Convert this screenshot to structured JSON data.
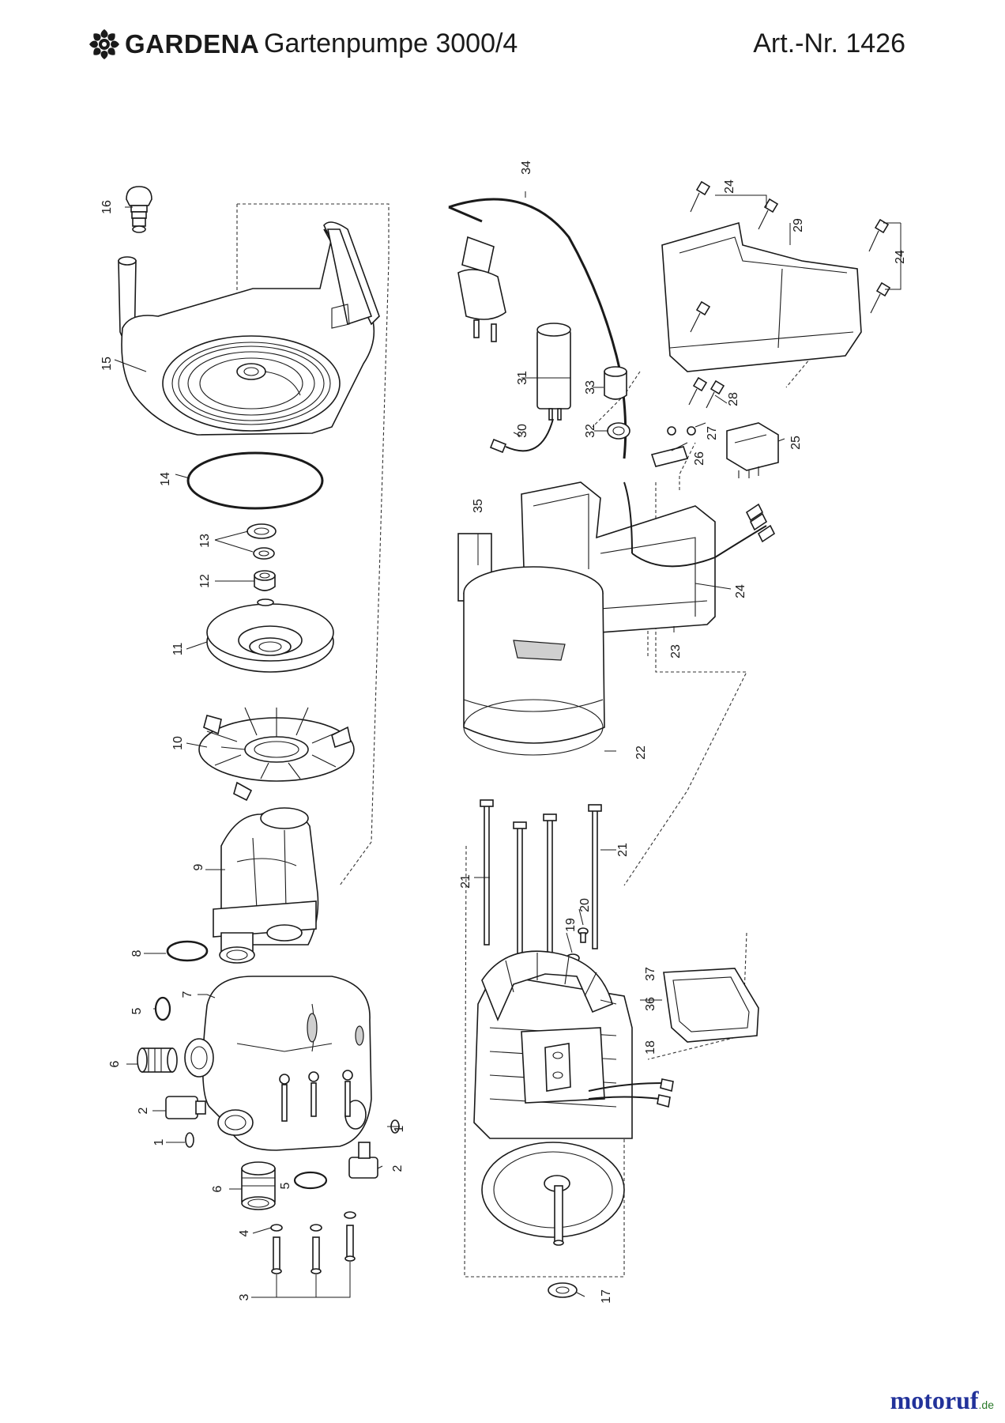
{
  "header": {
    "brand": "GARDENA",
    "product_title": "Gartenpumpe 3000/4",
    "article_number": "Art.-Nr. 1426"
  },
  "footer": {
    "watermark_main": "motoruf",
    "watermark_tld": ".de"
  },
  "callouts": [
    "1",
    "2",
    "3",
    "4",
    "5",
    "6",
    "7",
    "8",
    "9",
    "10",
    "11",
    "12",
    "13",
    "14",
    "15",
    "16",
    "17",
    "18",
    "19",
    "20",
    "21",
    "22",
    "23",
    "24",
    "25",
    "26",
    "27",
    "28",
    "29",
    "30",
    "31",
    "32",
    "33",
    "34",
    "35",
    "36",
    "37"
  ]
}
